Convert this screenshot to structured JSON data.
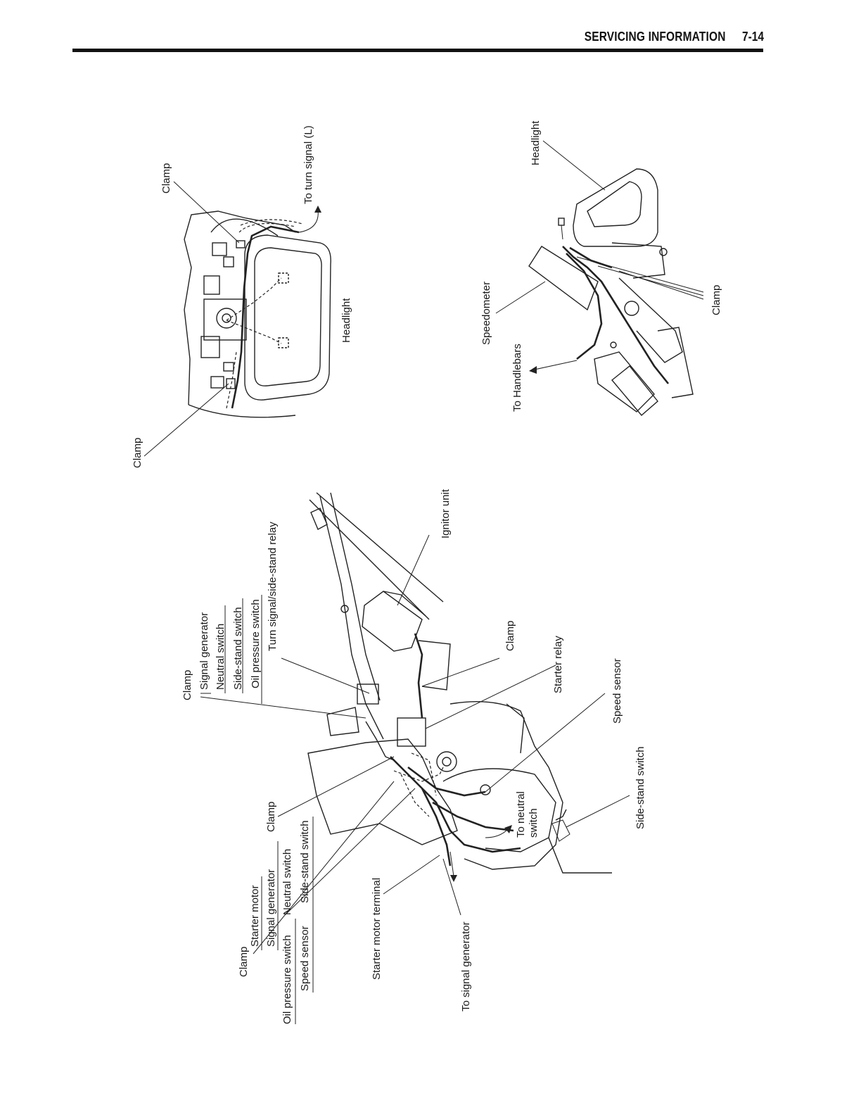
{
  "header": {
    "section_title": "SERVICING INFORMATION",
    "page_number": "7-14"
  },
  "fig_headlight_front": {
    "clamp_top": "Clamp",
    "clamp_bottom": "Clamp",
    "to_turn_signal": "To turn signal (L)",
    "headlight": "Headlight"
  },
  "fig_headlight_side": {
    "headlight": "Headlight",
    "speedometer": "Speedometer",
    "clamp": "Clamp",
    "to_handlebars": "To Handlebars"
  },
  "fig_engine": {
    "ignitor_unit": "Ignitor unit",
    "clamp_group_upper": {
      "clamp": "Clamp",
      "items": [
        "Signal generator",
        "Neutral switch",
        "Side-stand switch",
        "Oil pressure switch"
      ],
      "relay": "Turn signal/side-stand relay"
    },
    "clamp_mid": "Clamp",
    "starter_relay": "Starter relay",
    "speed_sensor": "Speed sensor",
    "side_stand_switch": "Side-stand switch",
    "to_neutral_switch_1": "To neutral",
    "to_neutral_switch_2": "switch",
    "clamp_group_lower": {
      "clamp_a": "Clamp",
      "starter_motor": "Starter motor",
      "signal_generator": "Signal generator",
      "neutral_switch": "Neutral switch",
      "side_stand_switch": "Side-stand switch",
      "oil_pressure_switch": "Oil pressure switch",
      "speed_sensor": "Speed sensor",
      "clamp_b": "Clamp"
    },
    "starter_motor_terminal": "Starter motor terminal",
    "to_signal_generator": "To signal generator"
  }
}
